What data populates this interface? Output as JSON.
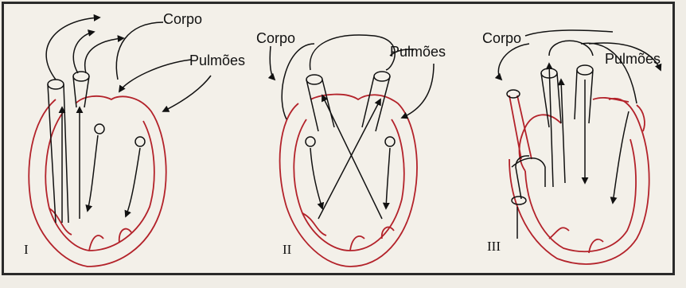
{
  "panels": [
    {
      "numeral": "I",
      "body_label": "Corpo",
      "lungs_label": "Pulmões"
    },
    {
      "numeral": "II",
      "body_label": "Corpo",
      "lungs_label": "Pulmões"
    },
    {
      "numeral": "III",
      "body_label": "Corpo",
      "lungs_label": "Pulmões"
    }
  ],
  "colors": {
    "outline": "#b3222a",
    "ink": "#111111",
    "background": "#f3f0e9"
  }
}
